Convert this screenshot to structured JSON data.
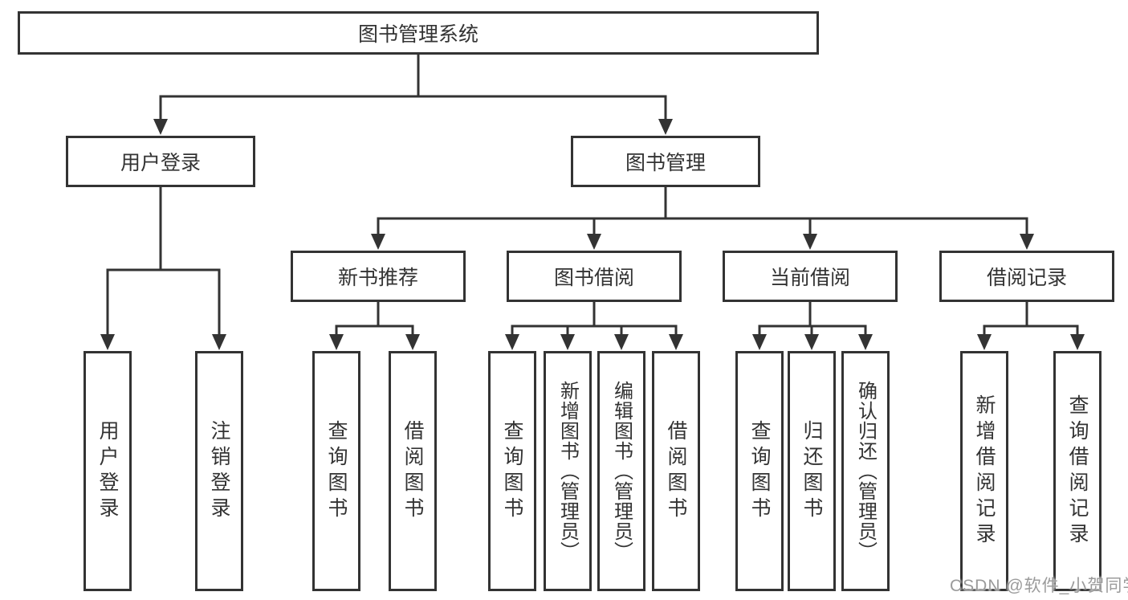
{
  "diagram": {
    "root": {
      "label": "图书管理系统"
    },
    "level2": [
      {
        "label": "用户登录",
        "children": [
          {
            "label": "用户登录"
          },
          {
            "label": "注销登录"
          }
        ]
      },
      {
        "label": "图书管理",
        "children": [
          {
            "label": "新书推荐",
            "children": [
              {
                "label": "查询图书"
              },
              {
                "label": "借阅图书"
              }
            ]
          },
          {
            "label": "图书借阅",
            "children": [
              {
                "label": "查询图书"
              },
              {
                "label": "新增图书（管理员）"
              },
              {
                "label": "编辑图书（管理员）"
              },
              {
                "label": "借阅图书"
              }
            ]
          },
          {
            "label": "当前借阅",
            "children": [
              {
                "label": "查询图书"
              },
              {
                "label": "归还图书"
              },
              {
                "label": "确认归还（管理员）"
              }
            ]
          },
          {
            "label": "借阅记录",
            "children": [
              {
                "label": "新增借阅记录"
              },
              {
                "label": "查询借阅记录"
              }
            ]
          }
        ]
      }
    ]
  },
  "watermark": {
    "text": "CSDN @软件_小贺同学"
  },
  "colors": {
    "line": "#333333",
    "text": "#333333",
    "background": "#ffffff",
    "watermark": "#9b9b9b"
  }
}
